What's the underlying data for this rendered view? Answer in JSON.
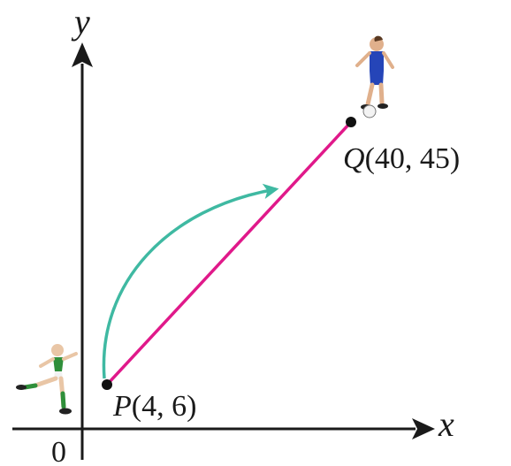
{
  "axes": {
    "x_label": "x",
    "y_label": "y",
    "origin_label": "0"
  },
  "points": {
    "p": {
      "name": "P",
      "coords": "(4, 6)"
    },
    "q": {
      "name": "Q",
      "coords": "(40, 45)"
    }
  },
  "colors": {
    "axis": "#1a1a1a",
    "segment": "#e0198a",
    "arc": "#3fb9a2",
    "point": "#111111",
    "player_p_jersey": "#2f8f3a",
    "player_q_jersey": "#2545b8"
  },
  "icons": {
    "player_p": "soccer-player-kicking-icon",
    "player_q": "soccer-player-running-icon"
  }
}
